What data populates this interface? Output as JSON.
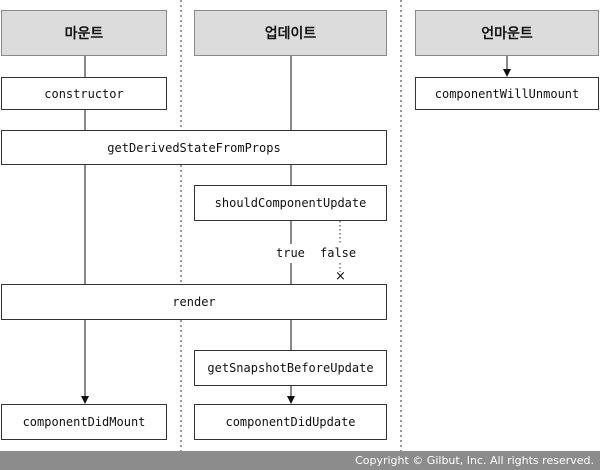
{
  "columns": {
    "mount": "마운트",
    "update": "업데이트",
    "unmount": "언마운트"
  },
  "methods": {
    "constructor": "constructor",
    "getDerivedStateFromProps": "getDerivedStateFromProps",
    "shouldComponentUpdate": "shouldComponentUpdate",
    "render": "render",
    "getSnapshotBeforeUpdate": "getSnapshotBeforeUpdate",
    "componentDidMount": "componentDidMount",
    "componentDidUpdate": "componentDidUpdate",
    "componentWillUnmount": "componentWillUnmount"
  },
  "branch_labels": {
    "true": "true",
    "false": "false",
    "stop": "×"
  },
  "footer": "Copyright © Gilbut, Inc. All rights reserved."
}
